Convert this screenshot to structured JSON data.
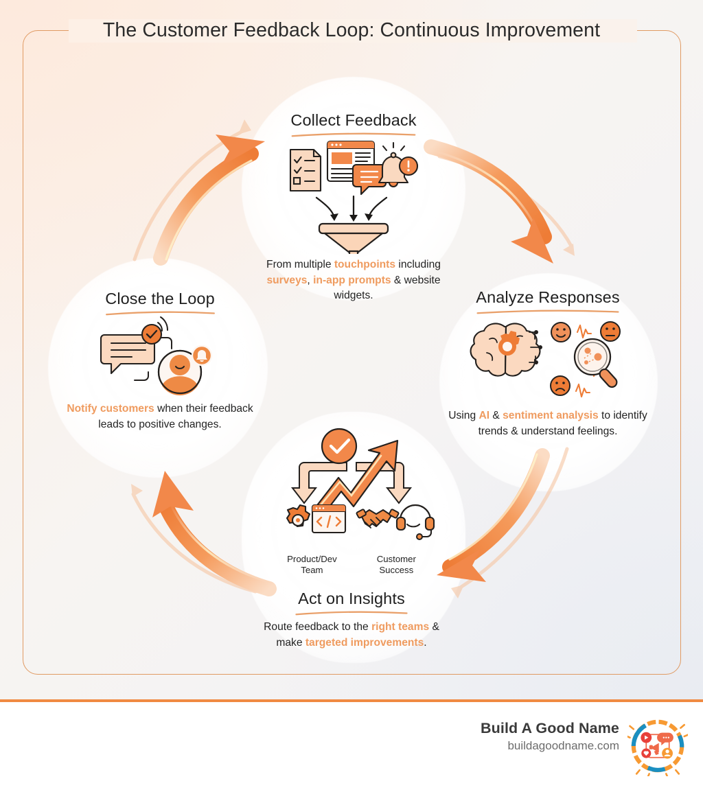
{
  "header": {
    "title": "The Customer Feedback Loop: Continuous Improvement"
  },
  "nodes": {
    "collect": {
      "heading": "Collect Feedback",
      "desc_parts": [
        {
          "t": "From multiple ",
          "hl": false
        },
        {
          "t": "touchpoints",
          "hl": true
        },
        {
          "t": " including ",
          "hl": false
        },
        {
          "t": "surveys",
          "hl": true
        },
        {
          "t": ", ",
          "hl": false
        },
        {
          "t": "in-app prompts",
          "hl": true
        },
        {
          "t": " & website widgets.",
          "hl": false
        }
      ],
      "icons": [
        "checklist-icon",
        "browser-window-icon",
        "chat-bubble-icon",
        "notification-bell-icon",
        "funnel-icon"
      ]
    },
    "analyze": {
      "heading": "Analyze Responses",
      "desc_parts": [
        {
          "t": "Using ",
          "hl": false
        },
        {
          "t": "AI",
          "hl": true
        },
        {
          "t": " & ",
          "hl": false
        },
        {
          "t": "sentiment analysis",
          "hl": true
        },
        {
          "t": " to identify trends & understand feelings.",
          "hl": false
        }
      ],
      "icons": [
        "brain-gear-icon",
        "magnifier-icon",
        "happy-face-icon",
        "neutral-face-icon",
        "sad-face-icon",
        "pulse-wave-icon"
      ]
    },
    "act": {
      "heading": "Act on Insights",
      "desc_parts": [
        {
          "t": "Route feedback to the ",
          "hl": false
        },
        {
          "t": "right teams",
          "hl": true
        },
        {
          "t": " & make ",
          "hl": false
        },
        {
          "t": "targeted improvements",
          "hl": true
        },
        {
          "t": ".",
          "hl": false
        }
      ],
      "branches": [
        {
          "label_line1": "Product/Dev",
          "label_line2": "Team",
          "icons": [
            "gear-icon",
            "code-window-icon"
          ]
        },
        {
          "label_line1": "Customer",
          "label_line2": "Success",
          "icons": [
            "handshake-icon",
            "headset-icon"
          ]
        }
      ],
      "icons": [
        "check-circle-icon",
        "growth-arrow-icon"
      ]
    },
    "close": {
      "heading": "Close the Loop",
      "desc_parts": [
        {
          "t": "Notify customers",
          "hl": true
        },
        {
          "t": " when their feedback leads to positive changes.",
          "hl": false
        }
      ],
      "icons": [
        "message-bubble-icon",
        "check-badge-icon",
        "user-avatar-icon",
        "bell-badge-icon"
      ]
    }
  },
  "flow": {
    "arrows": [
      {
        "name": "arrow-collect-to-analyze",
        "from": "collect",
        "to": "analyze"
      },
      {
        "name": "arrow-analyze-to-act",
        "from": "analyze",
        "to": "act"
      },
      {
        "name": "arrow-act-to-close",
        "from": "act",
        "to": "close"
      },
      {
        "name": "arrow-close-to-collect",
        "from": "close",
        "to": "collect"
      }
    ],
    "direction": "clockwise"
  },
  "footer": {
    "brand_name": "Build A Good Name",
    "brand_url": "buildagoodname.com",
    "logo_name": "buildagoodname-logo"
  },
  "colors": {
    "accent_orange": "#f08a42",
    "accent_orange_light": "#f4a76f",
    "highlight_text": "#ef9b5f",
    "frame_border": "#e09a62",
    "ink": "#1f1f1f",
    "logo_teal": "#1a8fc1",
    "logo_red": "#e8403a"
  }
}
